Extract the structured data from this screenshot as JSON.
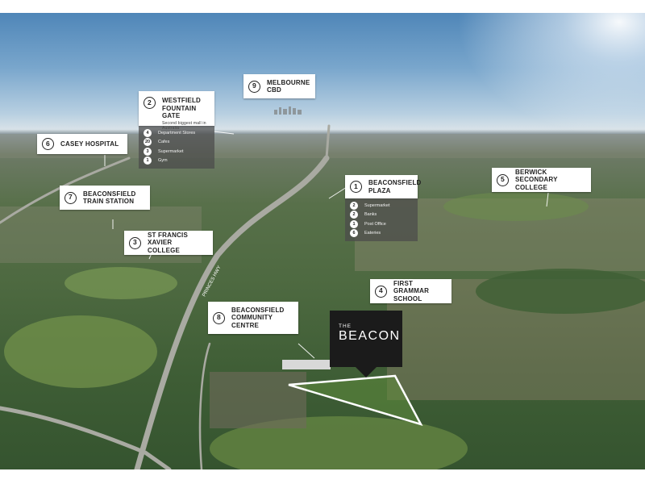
{
  "development": {
    "title_small": "THE",
    "title_big": "BEACON"
  },
  "callouts": [
    {
      "num": "9",
      "line1": "Melbourne",
      "line2": "CBD",
      "sub": ""
    },
    {
      "num": "2",
      "line1": "Westfield",
      "line2": "Fountain Gate",
      "sub": "Second biggest mall in Australia"
    },
    {
      "num": "6",
      "line1": "Casey Hospital",
      "line2": "",
      "sub": ""
    },
    {
      "num": "1",
      "line1": "Beaconsfield",
      "line2": "Plaza",
      "sub": ""
    },
    {
      "num": "5",
      "line1": "Berwick Secondary",
      "line2": "College",
      "sub": ""
    },
    {
      "num": "7",
      "line1": "Beaconsfield",
      "line2": "Train Station",
      "sub": ""
    },
    {
      "num": "3",
      "line1": "St Francis Xavier",
      "line2": "College",
      "sub": ""
    },
    {
      "num": "4",
      "line1": "First Grammar",
      "line2": "School",
      "sub": ""
    },
    {
      "num": "8",
      "line1": "Beaconsfield",
      "line2": "Community",
      "line3": "Centre",
      "sub": ""
    }
  ],
  "westfield_amenities": [
    {
      "count": "4",
      "label": "Department Stores"
    },
    {
      "count": "20",
      "label": "Cafes"
    },
    {
      "count": "3",
      "label": "Supermarket"
    },
    {
      "count": "1",
      "label": "Gym"
    }
  ],
  "plaza_amenities": [
    {
      "count": "2",
      "label": "Supermarket"
    },
    {
      "count": "2",
      "label": "Banks"
    },
    {
      "count": "1",
      "label": "Post Office"
    },
    {
      "count": "6",
      "label": "Eateries"
    }
  ],
  "road_label": "PRINCES HWY"
}
